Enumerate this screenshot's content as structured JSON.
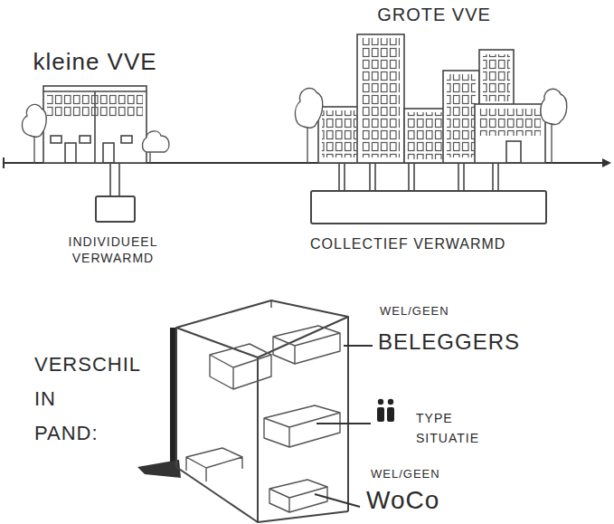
{
  "diagram": {
    "nodes": [
      {
        "text": [
          "kleine VVE"
        ]
      },
      {
        "text": [
          "INDIVIDUEEL VERWARMD"
        ]
      },
      {
        "text": [
          "GROTE VVE"
        ]
      },
      {
        "text": [
          "COLLECTIEF VERWARMD"
        ]
      }
    ],
    "edges": [
      {
        "from": 0,
        "to": 1,
        "arrow": "none"
      },
      {
        "from": 2,
        "to": 3,
        "arrow": "none"
      }
    ],
    "labels": [
      "VERSCHIL IN PAND:",
      "WEL/GEEN",
      "BELEGGERS",
      "TYPE SITUATIE",
      "WEL/GEEN",
      "WoCo"
    ]
  }
}
